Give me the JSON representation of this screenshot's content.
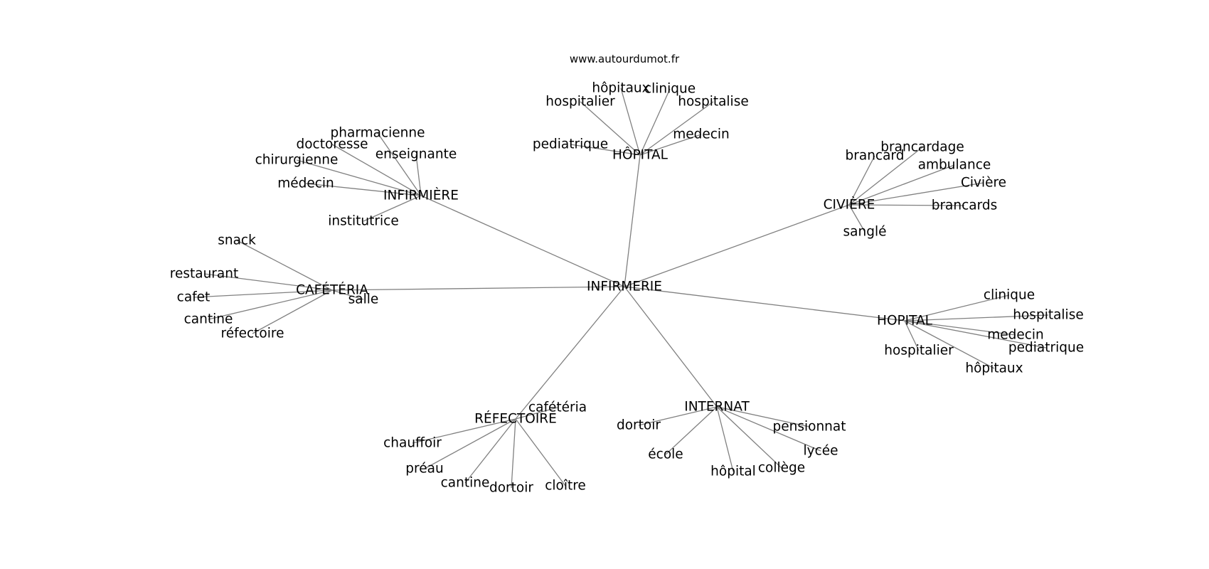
{
  "source_text": "www.autourdumot.fr",
  "center": "INFIRMERIE",
  "clusters": [
    {
      "label": "HÔPITAL",
      "children": [
        "hospitalier",
        "hôpitaux",
        "clinique",
        "hospitalise",
        "pediatrique",
        "medecin"
      ]
    },
    {
      "label": "INFIRMIÈRE",
      "children": [
        "pharmacienne",
        "doctoresse",
        "enseignante",
        "chirurgienne",
        "médecin",
        "institutrice"
      ]
    },
    {
      "label": "CIVIÈRE",
      "children": [
        "brancardage",
        "brancard",
        "ambulance",
        "Civière",
        "brancards",
        "sanglé"
      ]
    },
    {
      "label": "CAFÉTÉRIA",
      "children": [
        "snack",
        "restaurant",
        "cafet",
        "salle",
        "cantine",
        "réfectoire"
      ]
    },
    {
      "label": "HOPITAL",
      "children": [
        "clinique",
        "hospitalise",
        "medecin",
        "pediatrique",
        "hospitalier",
        "hôpitaux"
      ]
    },
    {
      "label": "RÉFECTOIRE",
      "children": [
        "cafétéria",
        "chauffoir",
        "préau",
        "cantine",
        "dortoir",
        "cloître"
      ]
    },
    {
      "label": "INTERNAT",
      "children": [
        "dortoir",
        "pensionnat",
        "école",
        "lycée",
        "hôpital",
        "collège"
      ]
    }
  ]
}
